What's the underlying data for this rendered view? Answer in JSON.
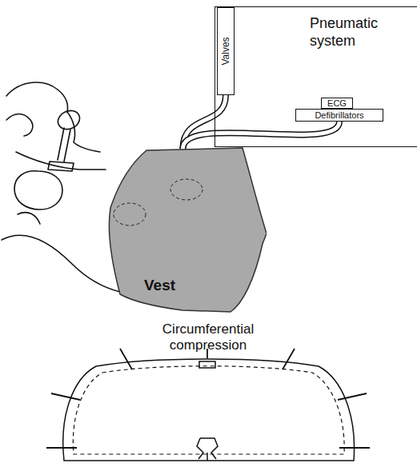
{
  "diagram": {
    "nodes": [
      {
        "text": [
          "Pneumatic system"
        ]
      },
      {
        "text": [
          "Valves"
        ],
        "in": 0
      },
      {
        "text": [
          "ECG"
        ],
        "in": 0
      },
      {
        "text": [
          "Defibrillators"
        ],
        "in": 0
      },
      {
        "text": [
          "Vest"
        ]
      }
    ],
    "edges": [
      {
        "from": 1,
        "to": 4,
        "arrow": "none"
      },
      {
        "from": 3,
        "to": 4,
        "arrow": "none"
      }
    ],
    "labels": [
      "Circumferential compression"
    ]
  }
}
